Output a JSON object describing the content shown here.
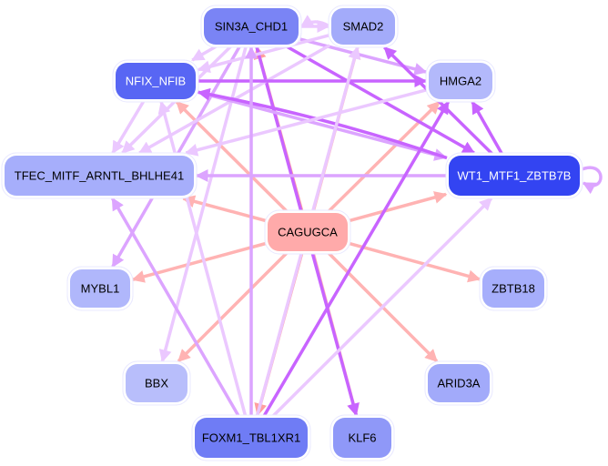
{
  "title": "Regulatory network",
  "colors": {
    "edge_motif": "#ffb3b3",
    "edge_motif_strong": "#ff9f9f",
    "edge_light": "#ebc8ff",
    "edge_mid": "#dca4ff",
    "edge_strong": "#c864ff",
    "node_border": "#e8e8ff"
  },
  "nodes": [
    {
      "id": "SIN3A_CHD1",
      "label": "SIN3A_CHD1",
      "fill": "#7a84f5",
      "text": "#000000"
    },
    {
      "id": "SMAD2",
      "label": "SMAD2",
      "fill": "#a3abfa",
      "text": "#000000"
    },
    {
      "id": "NFIX_NFIB",
      "label": "NFIX_NFIB",
      "fill": "#5866f4",
      "text": "#ffffff"
    },
    {
      "id": "HMGA2",
      "label": "HMGA2",
      "fill": "#b3b9fb",
      "text": "#000000"
    },
    {
      "id": "TFEC_MITF_ARNTL_BHLHE41",
      "label": "TFEC_MITF_ARNTL_BHLHE41",
      "fill": "#a6aefb",
      "text": "#000000"
    },
    {
      "id": "WT1_MTF1_ZBTB7B",
      "label": "WT1_MTF1_ZBTB7B",
      "fill": "#3344f2",
      "text": "#ffffff"
    },
    {
      "id": "CAGUGCA",
      "label": "CAGUGCA",
      "fill": "#ffaaaa",
      "text": "#000000"
    },
    {
      "id": "MYBL1",
      "label": "MYBL1",
      "fill": "#b0b7fb",
      "text": "#000000"
    },
    {
      "id": "ZBTB18",
      "label": "ZBTB18",
      "fill": "#a6aefb",
      "text": "#000000"
    },
    {
      "id": "BBX",
      "label": "BBX",
      "fill": "#b8befb",
      "text": "#000000"
    },
    {
      "id": "ARID3A",
      "label": "ARID3A",
      "fill": "#a2aafa",
      "text": "#000000"
    },
    {
      "id": "FOXM1_TBL1XR1",
      "label": "FOXM1_TBL1XR1",
      "fill": "#6f7cf5",
      "text": "#000000"
    },
    {
      "id": "KLF6",
      "label": "KLF6",
      "fill": "#8f98f8",
      "text": "#000000"
    }
  ],
  "edges": [
    {
      "source": "CAGUGCA",
      "target": "SIN3A_CHD1",
      "weight": "strong-motif"
    },
    {
      "source": "CAGUGCA",
      "target": "SMAD2",
      "weight": "motif"
    },
    {
      "source": "CAGUGCA",
      "target": "NFIX_NFIB",
      "weight": "motif"
    },
    {
      "source": "CAGUGCA",
      "target": "HMGA2",
      "weight": "motif"
    },
    {
      "source": "CAGUGCA",
      "target": "TFEC_MITF_ARNTL_BHLHE41",
      "weight": "motif"
    },
    {
      "source": "CAGUGCA",
      "target": "WT1_MTF1_ZBTB7B",
      "weight": "motif"
    },
    {
      "source": "CAGUGCA",
      "target": "MYBL1",
      "weight": "motif"
    },
    {
      "source": "CAGUGCA",
      "target": "ZBTB18",
      "weight": "motif"
    },
    {
      "source": "CAGUGCA",
      "target": "BBX",
      "weight": "motif"
    },
    {
      "source": "CAGUGCA",
      "target": "ARID3A",
      "weight": "motif"
    },
    {
      "source": "CAGUGCA",
      "target": "FOXM1_TBL1XR1",
      "weight": "strong-motif"
    },
    {
      "source": "CAGUGCA",
      "target": "KLF6",
      "weight": "motif"
    },
    {
      "source": "SIN3A_CHD1",
      "target": "SMAD2",
      "weight": "light"
    },
    {
      "source": "SMAD2",
      "target": "SIN3A_CHD1",
      "weight": "light"
    },
    {
      "source": "SIN3A_CHD1",
      "target": "NFIX_NFIB",
      "weight": "light"
    },
    {
      "source": "SIN3A_CHD1",
      "target": "HMGA2",
      "weight": "mid"
    },
    {
      "source": "SIN3A_CHD1",
      "target": "WT1_MTF1_ZBTB7B",
      "weight": "strong"
    },
    {
      "source": "SIN3A_CHD1",
      "target": "TFEC_MITF_ARNTL_BHLHE41",
      "weight": "light"
    },
    {
      "source": "SIN3A_CHD1",
      "target": "MYBL1",
      "weight": "mid"
    },
    {
      "source": "SIN3A_CHD1",
      "target": "BBX",
      "weight": "light"
    },
    {
      "source": "SIN3A_CHD1",
      "target": "KLF6",
      "weight": "strong"
    },
    {
      "source": "SMAD2",
      "target": "NFIX_NFIB",
      "weight": "light"
    },
    {
      "source": "SMAD2",
      "target": "TFEC_MITF_ARNTL_BHLHE41",
      "weight": "light"
    },
    {
      "source": "NFIX_NFIB",
      "target": "HMGA2",
      "weight": "strong"
    },
    {
      "source": "NFIX_NFIB",
      "target": "WT1_MTF1_ZBTB7B",
      "weight": "mid"
    },
    {
      "source": "WT1_MTF1_ZBTB7B",
      "target": "NFIX_NFIB",
      "weight": "strong"
    },
    {
      "source": "NFIX_NFIB",
      "target": "TFEC_MITF_ARNTL_BHLHE41",
      "weight": "light"
    },
    {
      "source": "HMGA2",
      "target": "TFEC_MITF_ARNTL_BHLHE41",
      "weight": "light"
    },
    {
      "source": "WT1_MTF1_ZBTB7B",
      "target": "HMGA2",
      "weight": "strong"
    },
    {
      "source": "WT1_MTF1_ZBTB7B",
      "target": "SMAD2",
      "weight": "strong"
    },
    {
      "source": "WT1_MTF1_ZBTB7B",
      "target": "TFEC_MITF_ARNTL_BHLHE41",
      "weight": "mid"
    },
    {
      "source": "WT1_MTF1_ZBTB7B",
      "target": "WT1_MTF1_ZBTB7B",
      "weight": "mid"
    },
    {
      "source": "FOXM1_TBL1XR1",
      "target": "SIN3A_CHD1",
      "weight": "mid"
    },
    {
      "source": "FOXM1_TBL1XR1",
      "target": "TFEC_MITF_ARNTL_BHLHE41",
      "weight": "mid"
    },
    {
      "source": "FOXM1_TBL1XR1",
      "target": "HMGA2",
      "weight": "strong"
    },
    {
      "source": "FOXM1_TBL1XR1",
      "target": "WT1_MTF1_ZBTB7B",
      "weight": "light"
    },
    {
      "source": "FOXM1_TBL1XR1",
      "target": "SMAD2",
      "weight": "light"
    },
    {
      "source": "FOXM1_TBL1XR1",
      "target": "NFIX_NFIB",
      "weight": "light"
    }
  ]
}
